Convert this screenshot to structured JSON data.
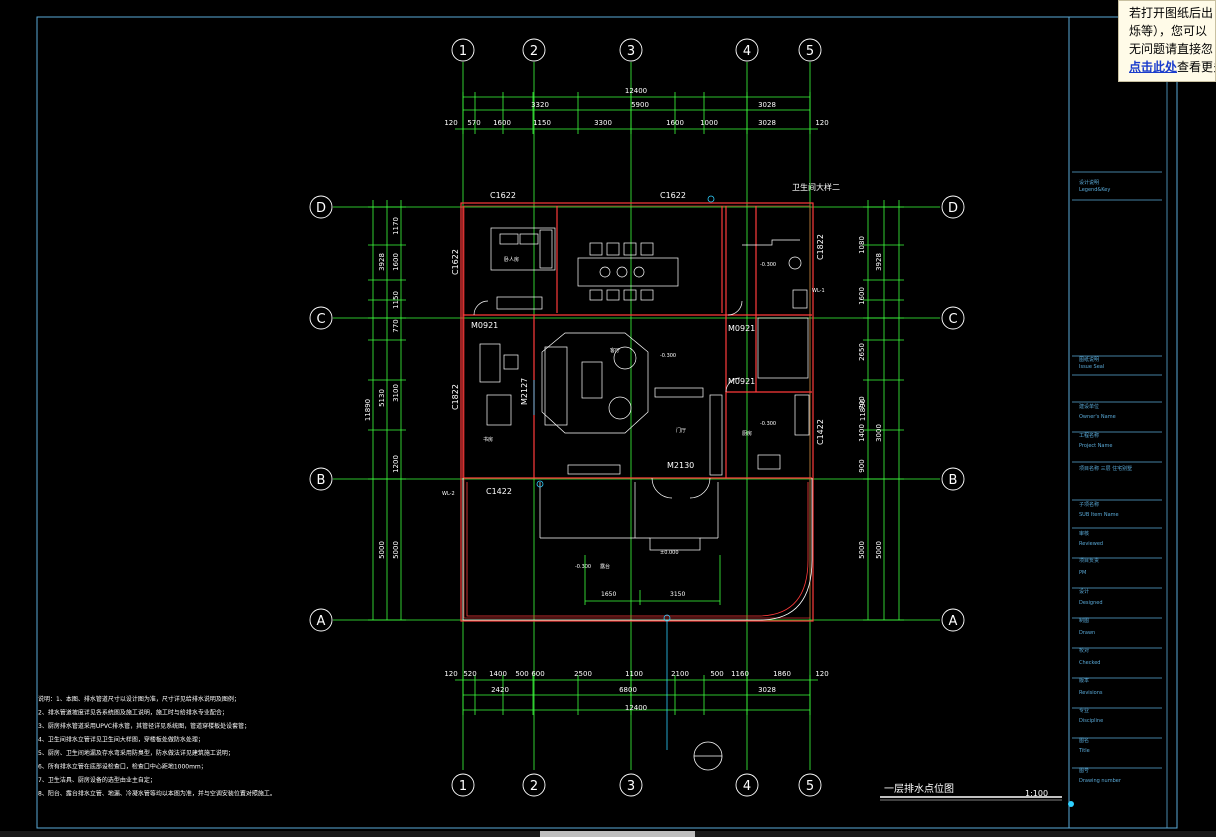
{
  "popup": {
    "line1": "若打开图纸后出",
    "line2": "烁等），您可以",
    "line3": "无问题请直接忽",
    "link": "点击此处",
    "link_suffix": "查看更多"
  },
  "axes": {
    "numbers": [
      "1",
      "2",
      "3",
      "4",
      "5"
    ],
    "letters": [
      "D",
      "C",
      "B",
      "A"
    ]
  },
  "dims_top": {
    "total": "12400",
    "row2": [
      "3320",
      "5900",
      "3028"
    ],
    "row3": [
      "120",
      "570",
      "1600",
      "1150",
      "3300",
      "1600",
      "1000",
      "3028",
      "120"
    ]
  },
  "dims_bottom": {
    "row1": [
      "120",
      "520",
      "1400",
      "500",
      "600",
      "2500",
      "1100",
      "2100",
      "500",
      "1160",
      "1860",
      "120"
    ],
    "row2": [
      "2420",
      "6800",
      "3028"
    ],
    "total": "12400"
  },
  "dims_left": {
    "outer": "11890",
    "mid": [
      "3928",
      "5130",
      "5000"
    ],
    "inner": [
      "1170",
      "1600",
      "1150",
      "770",
      "3100",
      "1200",
      "5000"
    ]
  },
  "dims_right": {
    "outer": "11890",
    "mid": [
      "3928",
      "3000",
      "5000"
    ],
    "inner": [
      "1080",
      "1600",
      "2650",
      "700",
      "1400",
      "900",
      "5000"
    ]
  },
  "labels": {
    "c1622_a": "C1622",
    "c1622_b": "C1622",
    "c1622_c": "C1622",
    "c1822_a": "C1822",
    "c1822_b": "C1822",
    "c1422_a": "C1422",
    "c1422_b": "C1422",
    "m0921_a": "M0921",
    "m0921_b": "M0921",
    "m0921_c": "M0921",
    "m2127": "M2127",
    "m2130": "M2130",
    "bath": "卫生间大样二",
    "wl1": "WL-1",
    "wl2": "WL-2",
    "room_bed": "卧人房",
    "room_hall": "客厅",
    "room_foyer": "门厅",
    "room_study": "书房",
    "room_kitchen": "厨房",
    "room_terrace": "露台",
    "dim_1650": "1650",
    "dim_3150": "3150",
    "lvl1": "-0.300",
    "lvl2": "-0.300",
    "lvl3": "-0.300",
    "lvl4": "±0.000",
    "lvl5": "-0.300",
    "title": "一层排水点位图",
    "scale": "1:100"
  },
  "notes": [
    "说明：1、本图、排水管道尺寸以设计图为准，尺寸详见给排水说明及图例；",
    "      2、排水管道坡度详见各系统图及施工说明，施工时与给排水专业配合；",
    "      3、厨房排水管道采用UPVC排水管，其管径详见系统图，管道穿楼板处设套管；",
    "      4、卫生间排水立管详见卫生间大样图，穿楼板处做防水处理；",
    "      5、厨房、卫生间地漏及存水弯采用防臭型，防水做法详见建筑施工说明；",
    "      6、所有排水立管在底部设检查口，检查口中心距地1000mm；",
    "      7、卫生洁具、厨房设备的选型由业主自定；",
    "      8、阳台、露台排水立管、地漏、冷凝水管等均以本图为准，并与空调安装位置对照施工。"
  ],
  "title_block": [
    "设计说明",
    "Legend&Key",
    "图纸说明",
    "Issue Seal",
    "建设单位",
    "Owner's Name",
    "工程名称",
    "Project Name",
    "项目名称 三层 住宅别墅",
    "子项名称",
    "SUB Item Name",
    "审核",
    "Reviewed",
    "项目负责",
    "PM",
    "设计",
    "Designed",
    "制图",
    "Drawn",
    "校对",
    "Checked",
    "版本",
    "Revisions",
    "专业",
    "Discipline",
    "图名",
    "Title",
    "图号",
    "Drawing number"
  ],
  "colors": {
    "wall": "#ff3b3b",
    "grid": "#3cff3c",
    "furniture": "#ffffff",
    "accent": "#2fd0ff"
  }
}
